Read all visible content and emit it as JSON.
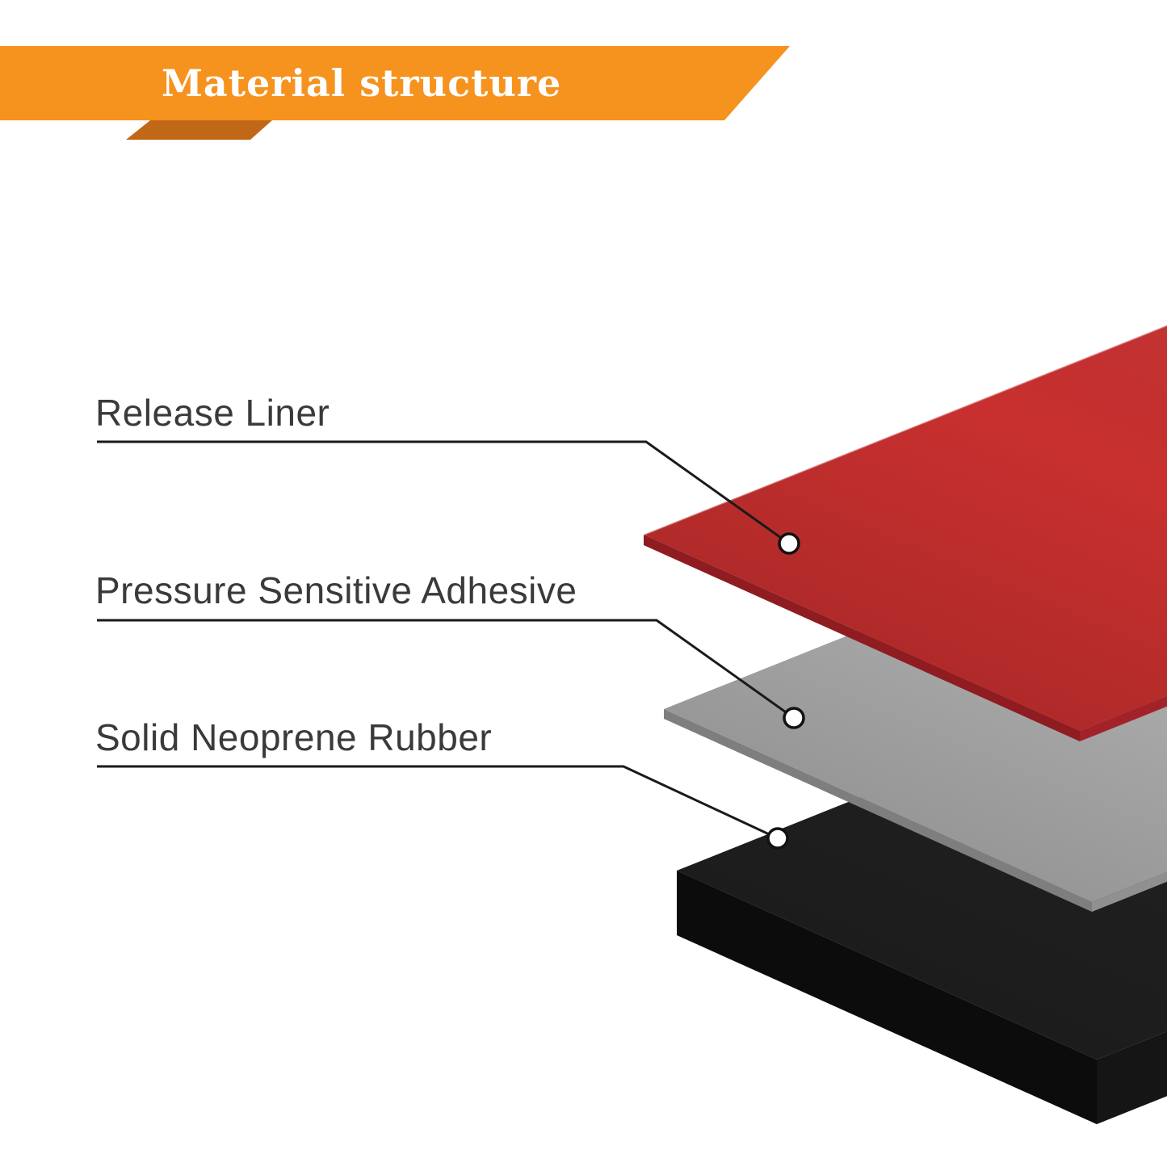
{
  "banner": {
    "title": "Material structure"
  },
  "colors": {
    "banner": "#F6921E",
    "banner_fold": "#C06818",
    "line": "#1A1A1A",
    "dot_fill": "#FFFFFF",
    "dot_stroke": "#111111"
  },
  "layers": [
    {
      "label": "Release Liner",
      "color": "#C8302F",
      "side_color": "#8E1C20",
      "side_color_right": "#A3222A"
    },
    {
      "label": "Pressure Sensitive Adhesive",
      "color": "#ACACAC",
      "side_color": "#7E7E7E",
      "side_color_right": "#909090"
    },
    {
      "label": "Solid Neoprene Rubber",
      "color": "#202020",
      "side_color": "#0C0C0C",
      "side_color_right": "#151515"
    }
  ]
}
